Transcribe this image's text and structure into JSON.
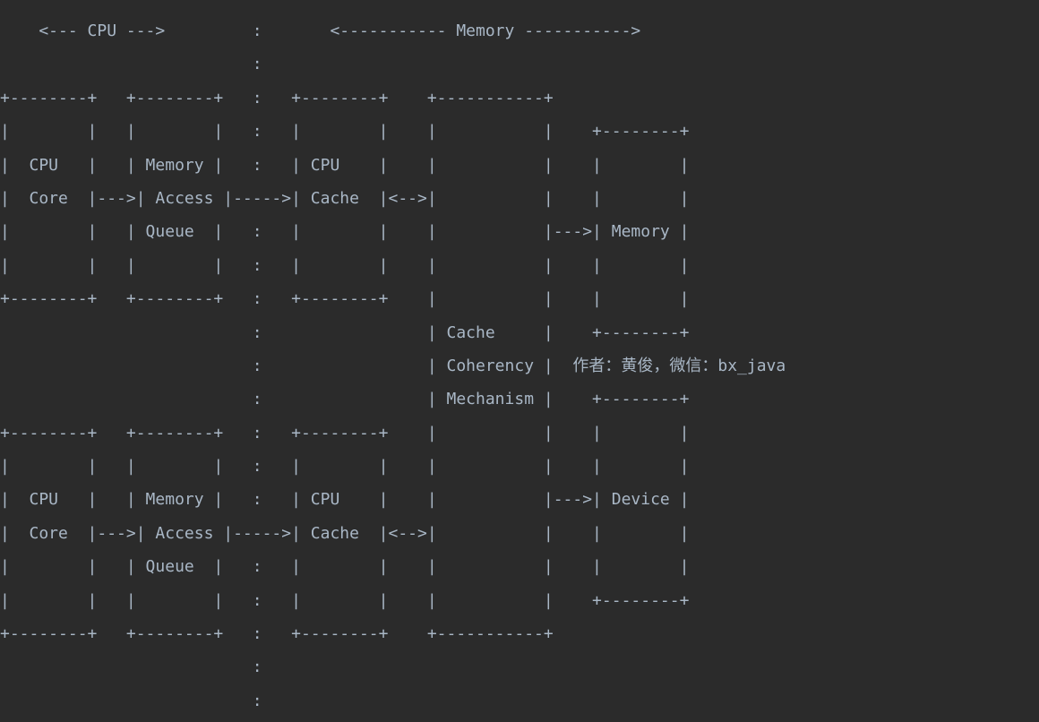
{
  "diagram": {
    "lines": [
      "    <--- CPU --->         :       <----------- Memory ----------->",
      "                          :",
      "+--------+   +--------+   :   +--------+    +-----------+",
      "|        |   |        |   :   |        |    |           |    +--------+",
      "|  CPU   |   | Memory |   :   | CPU    |    |           |    |        |",
      "|  Core  |--->| Access |----->| Cache  |<-->|           |    |        |",
      "|        |   | Queue  |   :   |        |    |           |--->| Memory |",
      "|        |   |        |   :   |        |    |           |    |        |",
      "+--------+   +--------+   :   +--------+    |           |    |        |",
      "                          :                 | Cache     |    +--------+",
      "                          :                 | Coherency |  作者：黄俊，微信：bx_java",
      "                          :                 | Mechanism |    +--------+",
      "+--------+   +--------+   :   +--------+    |           |    |        |",
      "|        |   |        |   :   |        |    |           |    |        |",
      "|  CPU   |   | Memory |   :   | CPU    |    |           |--->| Device |",
      "|  Core  |--->| Access |----->| Cache  |<-->|           |    |        |",
      "|        |   | Queue  |   :   |        |    |           |    |        |",
      "|        |   |        |   :   |        |    |           |    +--------+",
      "+--------+   +--------+   :   +--------+    +-----------+",
      "                          :",
      "                          :"
    ]
  }
}
